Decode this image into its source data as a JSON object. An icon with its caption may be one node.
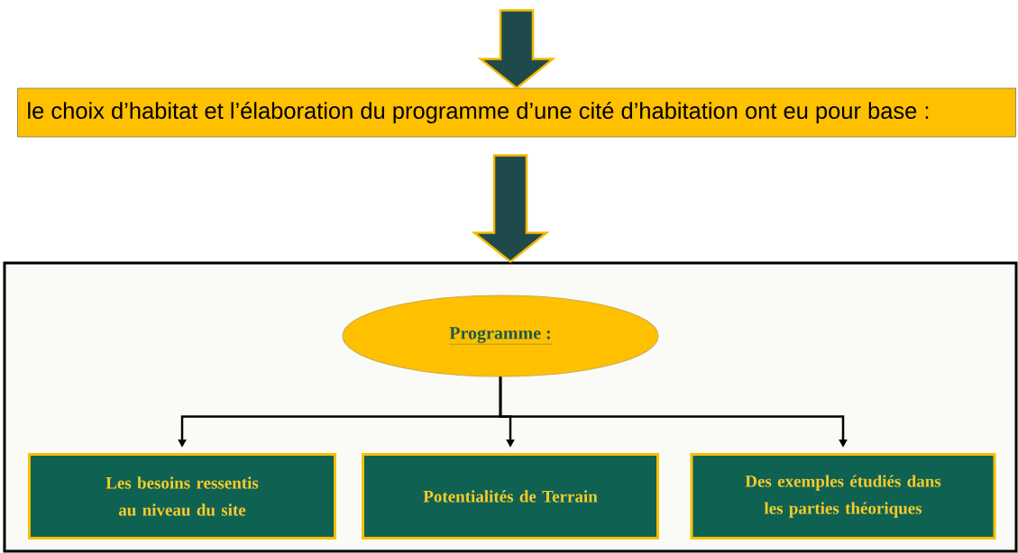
{
  "diagram": {
    "nodes": [
      {
        "text": [
          "le choix d’habitat et l’élaboration du programme d’une cité d’habitation ont eu pour base :"
        ]
      },
      {
        "text": [],
        "shape": "box"
      },
      {
        "text": [
          "Programme :"
        ],
        "in": 1
      },
      {
        "text": [
          "Les besoins ressentis au niveau du site"
        ],
        "in": 1
      },
      {
        "text": [
          "Potentialités de Terrain"
        ],
        "in": 1
      },
      {
        "text": [
          "Des exemples étudiés dans les parties théoriques"
        ],
        "in": 1
      }
    ],
    "edges": [
      {
        "from": null,
        "to": 0,
        "arrow": "to",
        "style": "thick",
        "color": "#1f4a4c"
      },
      {
        "from": 0,
        "to": 1,
        "arrow": "to",
        "style": "thick",
        "color": "#1f4a4c"
      },
      {
        "from": 2,
        "to": 3,
        "arrow": "to"
      },
      {
        "from": 2,
        "to": 4,
        "arrow": "to"
      },
      {
        "from": 2,
        "to": 5,
        "arrow": "to"
      }
    ]
  }
}
